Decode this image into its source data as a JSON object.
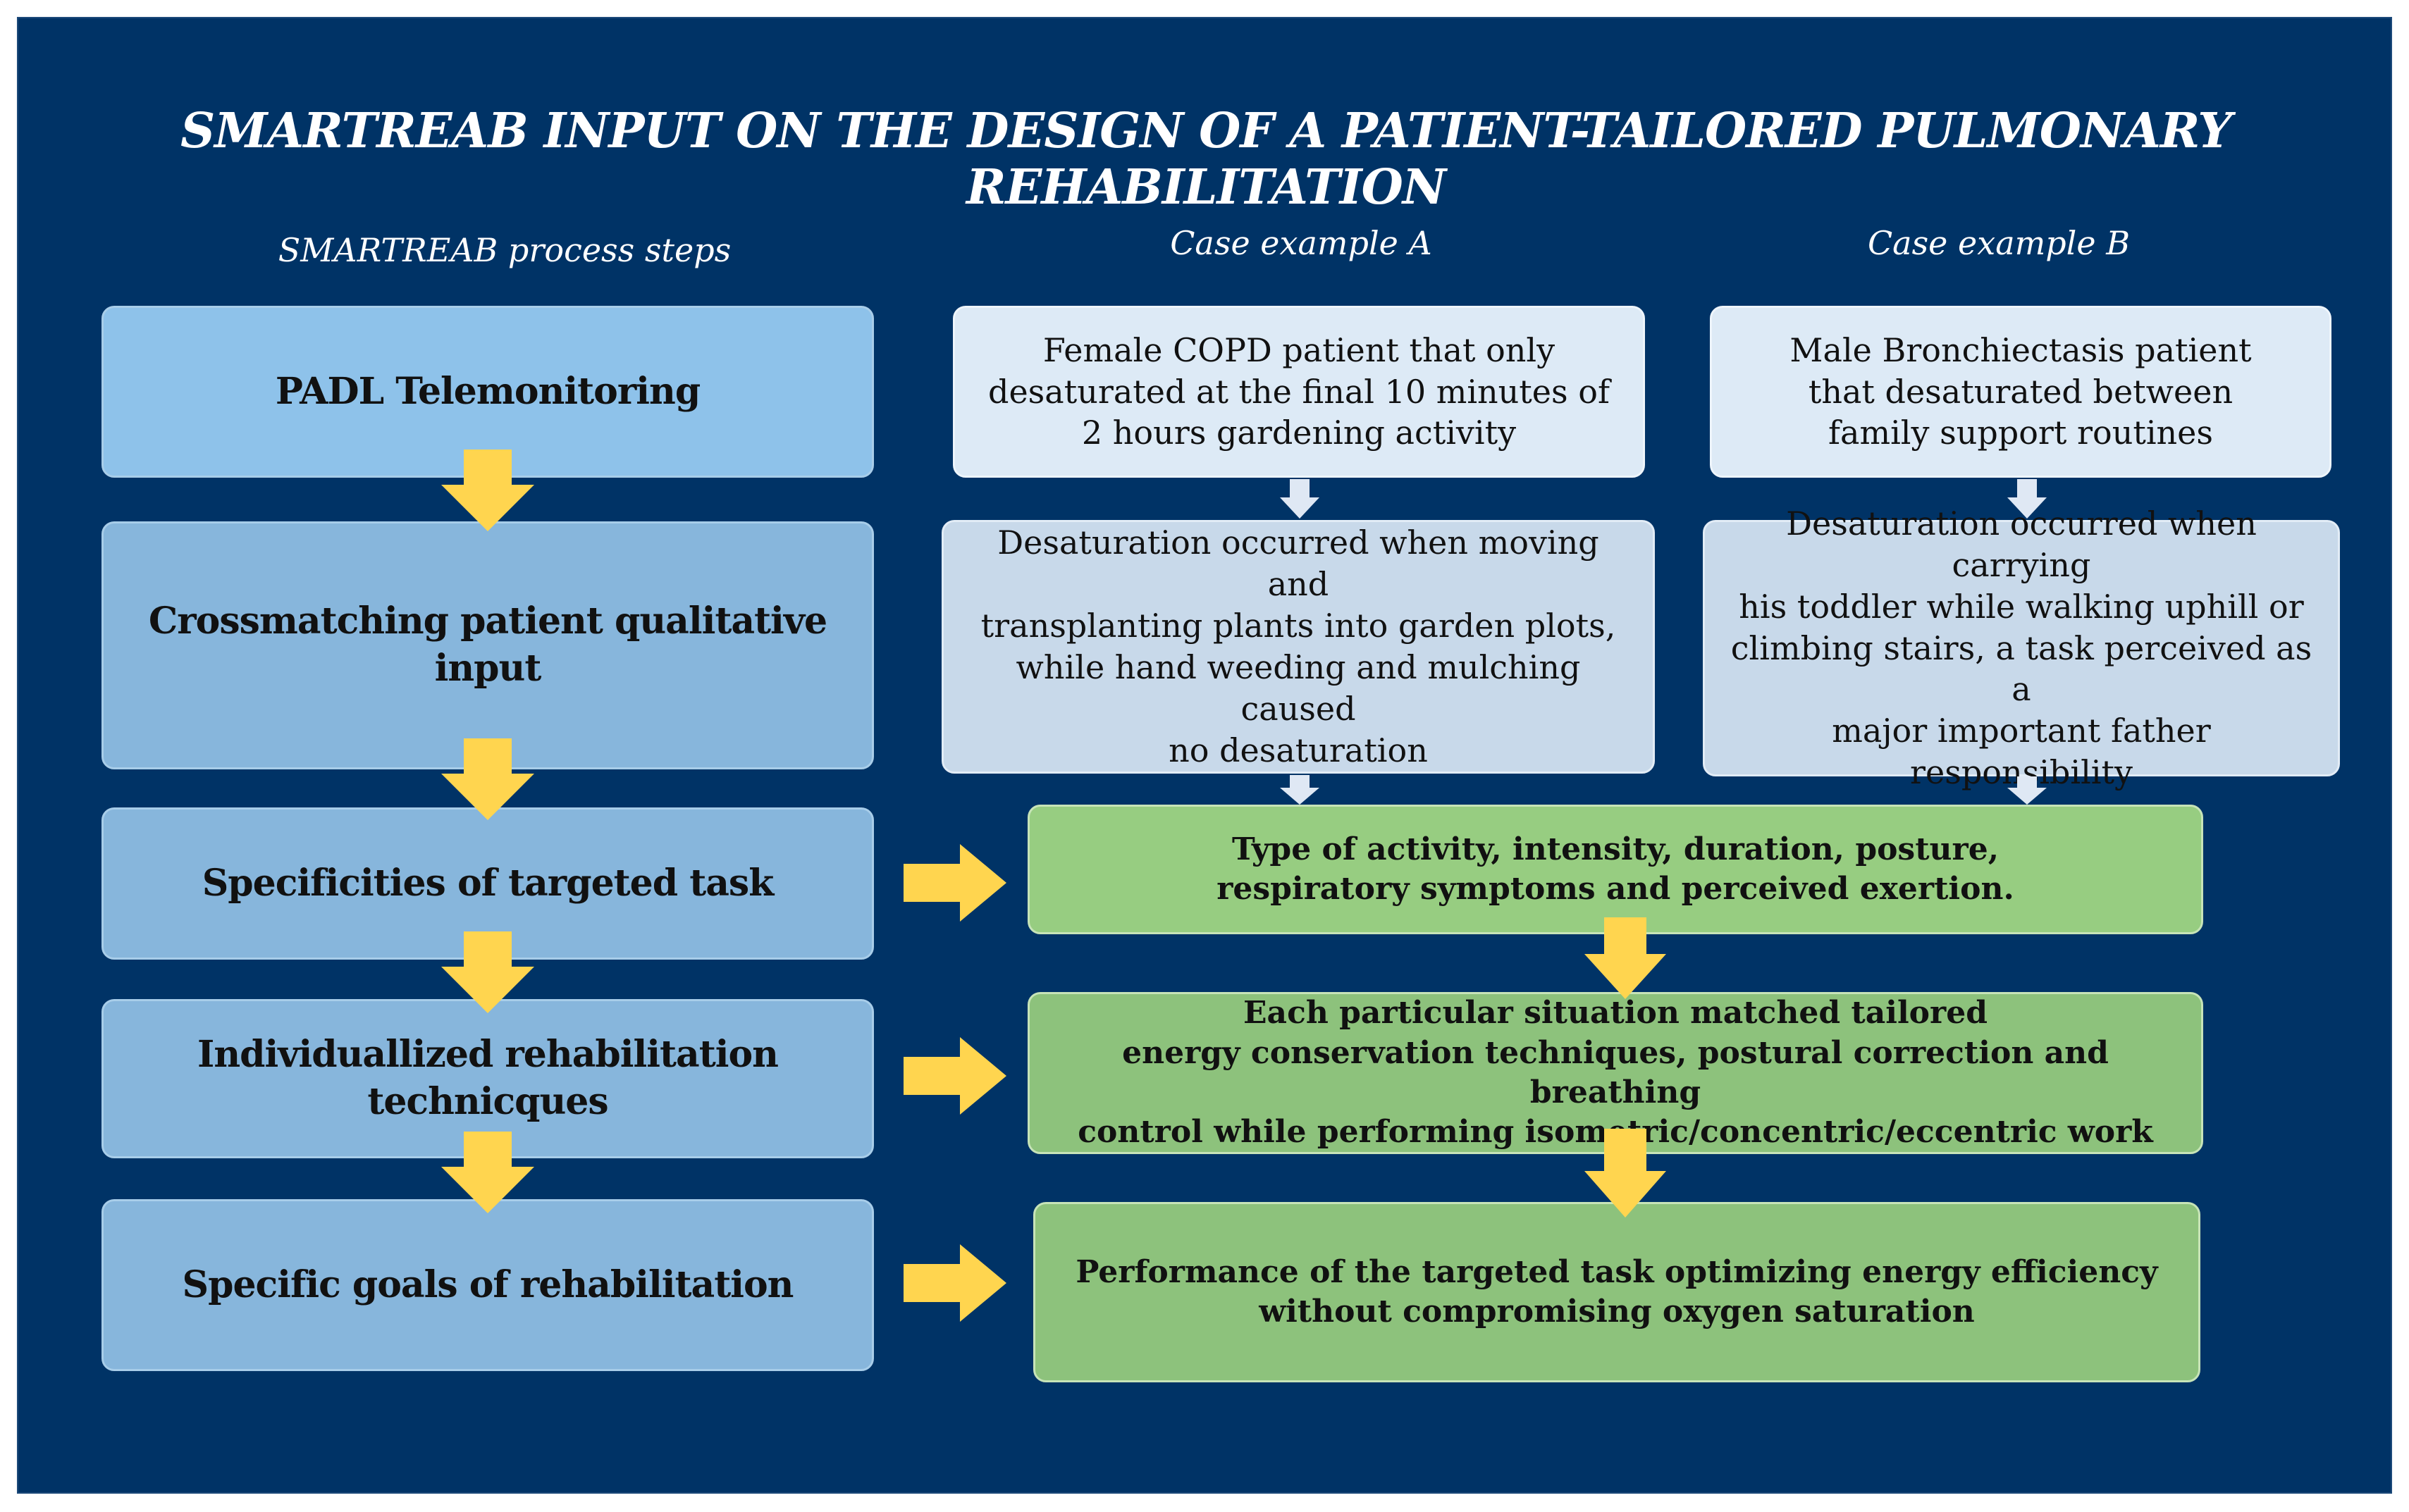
{
  "title": "SMARTREAB INPUT ON THE DESIGN OF A PATIENT-TAILORED PULMONARY REHABILITATION",
  "columns": {
    "process": "SMARTREAB process steps",
    "case_a": "Case example A",
    "case_b": "Case example B"
  },
  "steps": [
    "PADL Telemonitoring",
    "Crossmatching patient qualitative input",
    "Specificities of targeted task",
    "Individuallized rehabilitation technicques",
    "Specific goals of rehabilitation"
  ],
  "case_a": {
    "box1": [
      "Female COPD patient that only",
      "desaturated at the final 10 minutes of",
      "2 hours gardening activity"
    ],
    "box2": [
      "Desaturation occurred when  moving and",
      "transplanting plants into garden plots,",
      "while hand weeding and mulching caused",
      "no desaturation"
    ]
  },
  "case_b": {
    "box1": [
      "Male Bronchiectasis patient",
      "that desaturated between",
      "family support routines"
    ],
    "box2": [
      "Desaturation occurred when carrying",
      "his toddler while walking uphill or",
      "climbing stairs, a task perceived as a",
      "major important father responsibility"
    ]
  },
  "outcomes": {
    "task": [
      "Type of activity, intensity, duration, posture,",
      "respiratory symptoms and perceived exertion."
    ],
    "techniques": [
      "Each particular situation matched tailored",
      "energy conservation techniques, postural correction and breathing",
      "control while performing isometric/concentric/eccentric work"
    ],
    "goals": [
      "Performance of the targeted task optimizing energy efficiency",
      "without compromising oxygen saturation"
    ]
  },
  "colors": {
    "background": "#003366",
    "step_box": "#87b6dc",
    "case_box_light": "#ddeaf6",
    "case_box": "#c8d9ea",
    "outcome_box": "#97cd81",
    "arrow_yellow": "#ffd54f",
    "arrow_light": "#dfe8f4"
  }
}
